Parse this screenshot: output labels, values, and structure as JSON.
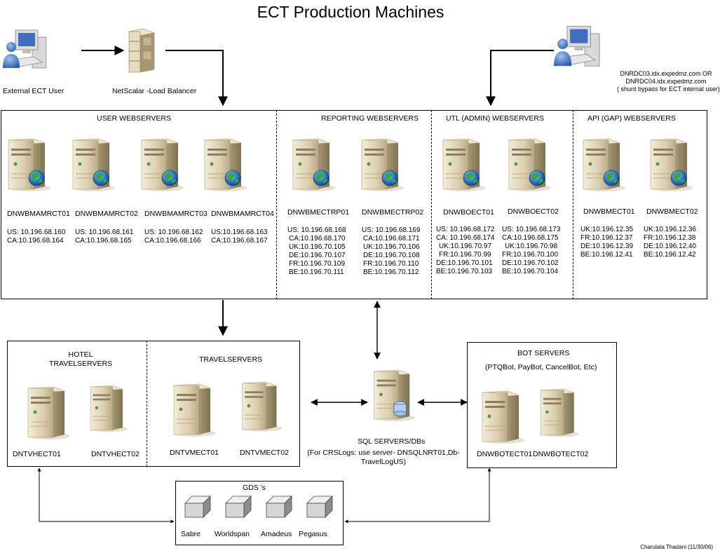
{
  "title": "ECT Production Machines",
  "external_user": {
    "label": "External ECT User"
  },
  "load_balancer": {
    "label": "NetScalar -Load Balancer"
  },
  "internal_user": {
    "line1": "DNRDC03.idx.expedmz.com  OR",
    "line2": "DNRDC04.idx.expedmz.com",
    "line3": "( shunt bypass for ECT internal user)"
  },
  "sections": {
    "user": "USER WEBSERVERS",
    "reporting": "REPORTING WEBSERVERS",
    "utl": "UTL (ADMIN) WEBSERVERS",
    "api": "API (GAP) WEBSERVERS"
  },
  "webservers": [
    {
      "name": "DNWBMAMRCT01",
      "ips": [
        "US: 10.196.68.160",
        "CA:10.196.68.164"
      ]
    },
    {
      "name": "DNWBMAMRCT02",
      "ips": [
        "US: 10.196.68.161",
        "CA:10.196.68.165"
      ]
    },
    {
      "name": "DNWBMAMRCT03",
      "ips": [
        "US: 10.196.68.162",
        "CA:10.196.68.166"
      ]
    },
    {
      "name": "DNWBMAMRCT04",
      "ips": [
        "US:10.196.68.163",
        "CA:10.196.68.167"
      ]
    },
    {
      "name": "DNWBMECTRP01",
      "ips": [
        "US: 10.196.68.168",
        "CA:10.196.68.170",
        "UK:10.196.70.105",
        "DE:10.196.70.107",
        "FR:10.196.70.109",
        "BE:10.196.70.111"
      ]
    },
    {
      "name": "DNWBMECTRP02",
      "ips": [
        "US: 10.196.68.169",
        "CA:10.196.68.171",
        "UK:10.196.70.106",
        "DE:10.196.70.108",
        "FR:10.196.70.110",
        "BE:10.196.70.112"
      ]
    },
    {
      "name": "DNWBOECT01",
      "ips": [
        "US: 10.196.68.172",
        "CA: 10.196.68.174",
        "UK:10.196.70.97",
        "FR:10.196.70.99",
        "DE:10.196.70.101",
        "BE:10.196.70.103"
      ]
    },
    {
      "name": "DNWBOECT02",
      "ips": [
        "US: 10.196.68.173",
        "CA:10.196.68.175",
        "UK:10.196.70.98",
        "FR:10.196.70.100",
        "DE:10.196.70.102",
        "BE:10.196.70.104"
      ]
    },
    {
      "name": "DNWBMECT01",
      "ips": [
        "UK:10.196.12.35",
        "FR:10.196.12.37",
        "DE:10.196.12.39",
        "BE:10.196.12.41"
      ]
    },
    {
      "name": "DNWBMECT02",
      "ips": [
        "UK:10.196.12.36",
        "FR:10.196.12.38",
        "DE:10.196.12.40",
        "BE:10.196.12.42"
      ]
    }
  ],
  "hotel": {
    "line1": "HOTEL",
    "line2": "TRAVELSERVERS",
    "servers": [
      "DNTVHECT01",
      "DNTVHECT02"
    ]
  },
  "travel": {
    "label": "TRAVELSERVERS",
    "servers": [
      "DNTVMECT01",
      "DNTVMECT02"
    ]
  },
  "sql": {
    "label": "SQL SERVERS/DBs",
    "note1": "(For CRSLogs: use server- DNSQLNRT01,Db-",
    "note2": "TravelLogUS)"
  },
  "bot": {
    "label": "BOT  SERVERS",
    "sub": "(PTQBot, PayBot, CancelBot, Etc)",
    "servers": [
      "DNWBOTECT01",
      "DNWBOTECT02"
    ]
  },
  "gds": {
    "label": "GDS 's",
    "items": [
      "Sabre",
      "Worldspan",
      "Amadeus",
      "Pegasus"
    ]
  },
  "credit": "Charulata Thadani (11/30/06)"
}
